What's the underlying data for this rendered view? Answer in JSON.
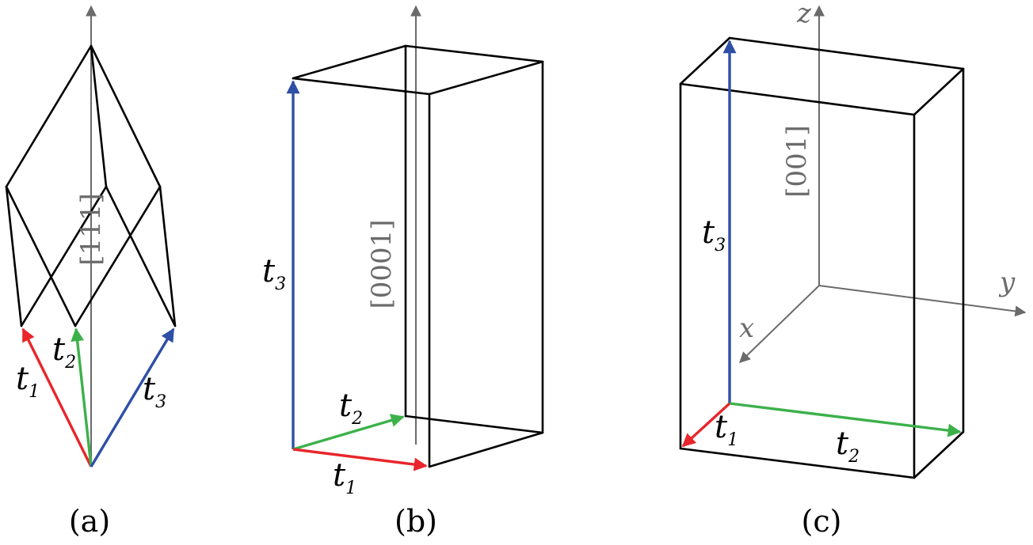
{
  "colors": {
    "t1": "#e8262b",
    "t2": "#3cb14a",
    "t3": "#2e4fa6",
    "axis": "#6b6b6b",
    "edge": "#000000"
  },
  "panel_a": {
    "caption": "(a)",
    "direction": "[111]",
    "t1": {
      "base": "t",
      "sub": "1"
    },
    "t2": {
      "base": "t",
      "sub": "2"
    },
    "t3": {
      "base": "t",
      "sub": "3"
    }
  },
  "panel_b": {
    "caption": "(b)",
    "direction": "[0001]",
    "t1": {
      "base": "t",
      "sub": "1"
    },
    "t2": {
      "base": "t",
      "sub": "2"
    },
    "t3": {
      "base": "t",
      "sub": "3"
    }
  },
  "panel_c": {
    "caption": "(c)",
    "direction": "[001]",
    "axis_x": "x",
    "axis_y": "y",
    "axis_z": "z",
    "t1": {
      "base": "t",
      "sub": "1"
    },
    "t2": {
      "base": "t",
      "sub": "2"
    },
    "t3": {
      "base": "t",
      "sub": "3"
    }
  }
}
